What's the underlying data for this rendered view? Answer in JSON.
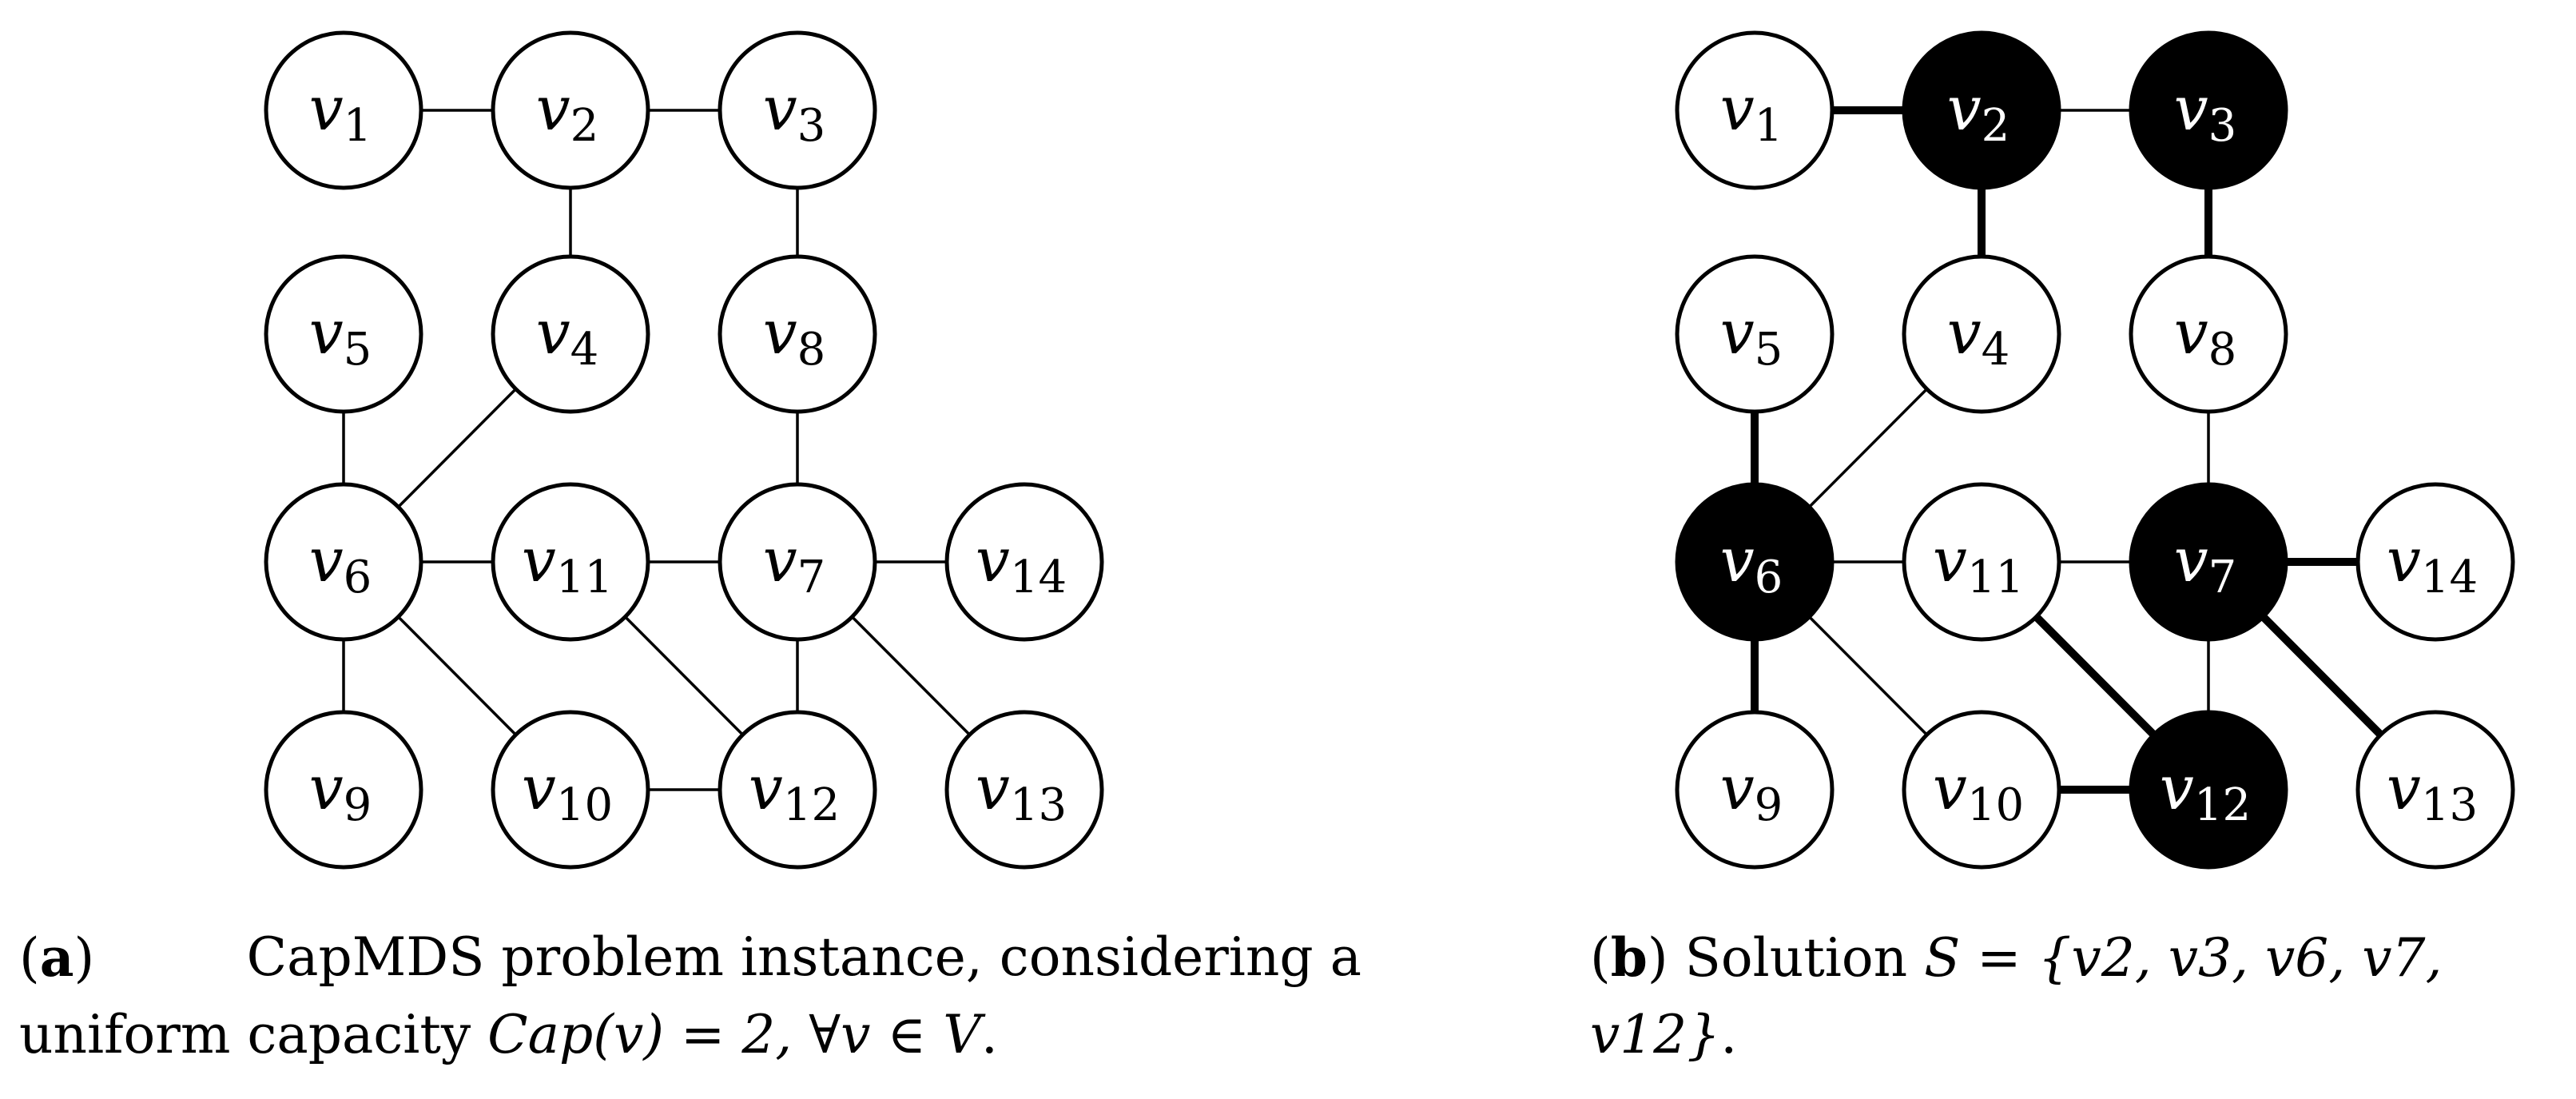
{
  "panels": [
    {
      "id": "a",
      "caption": {
        "label": "a",
        "text_line1": "CapMDS problem instance, considering a",
        "text_line2_prefix": "uniform capacity ",
        "text_line2_math": "Cap(v) = 2, ∀v ∈ V",
        "text_line2_suffix": "."
      },
      "nodes": [
        {
          "id": "v1",
          "base": "v",
          "sub": "1",
          "filled": false
        },
        {
          "id": "v2",
          "base": "v",
          "sub": "2",
          "filled": false
        },
        {
          "id": "v3",
          "base": "v",
          "sub": "3",
          "filled": false
        },
        {
          "id": "v5",
          "base": "v",
          "sub": "5",
          "filled": false
        },
        {
          "id": "v4",
          "base": "v",
          "sub": "4",
          "filled": false
        },
        {
          "id": "v8",
          "base": "v",
          "sub": "8",
          "filled": false
        },
        {
          "id": "v6",
          "base": "v",
          "sub": "6",
          "filled": false
        },
        {
          "id": "v11",
          "base": "v",
          "sub": "11",
          "filled": false
        },
        {
          "id": "v7",
          "base": "v",
          "sub": "7",
          "filled": false
        },
        {
          "id": "v14",
          "base": "v",
          "sub": "14",
          "filled": false
        },
        {
          "id": "v9",
          "base": "v",
          "sub": "9",
          "filled": false
        },
        {
          "id": "v10",
          "base": "v",
          "sub": "10",
          "filled": false
        },
        {
          "id": "v12",
          "base": "v",
          "sub": "12",
          "filled": false
        },
        {
          "id": "v13",
          "base": "v",
          "sub": "13",
          "filled": false
        }
      ],
      "edges": [
        {
          "from": "v1",
          "to": "v2",
          "bold": false
        },
        {
          "from": "v2",
          "to": "v3",
          "bold": false
        },
        {
          "from": "v2",
          "to": "v4",
          "bold": false
        },
        {
          "from": "v3",
          "to": "v8",
          "bold": false
        },
        {
          "from": "v5",
          "to": "v6",
          "bold": false
        },
        {
          "from": "v4",
          "to": "v6",
          "bold": false
        },
        {
          "from": "v8",
          "to": "v7",
          "bold": false
        },
        {
          "from": "v6",
          "to": "v11",
          "bold": false
        },
        {
          "from": "v11",
          "to": "v7",
          "bold": false
        },
        {
          "from": "v7",
          "to": "v14",
          "bold": false
        },
        {
          "from": "v6",
          "to": "v9",
          "bold": false
        },
        {
          "from": "v6",
          "to": "v10",
          "bold": false
        },
        {
          "from": "v11",
          "to": "v12",
          "bold": false
        },
        {
          "from": "v7",
          "to": "v12",
          "bold": false
        },
        {
          "from": "v7",
          "to": "v13",
          "bold": false
        },
        {
          "from": "v10",
          "to": "v12",
          "bold": false
        }
      ]
    },
    {
      "id": "b",
      "caption": {
        "label": "b",
        "text_prefix": " Solution ",
        "text_math": "S = {v2, v3, v6, v7, v12}",
        "text_suffix": "."
      },
      "nodes": [
        {
          "id": "v1",
          "base": "v",
          "sub": "1",
          "filled": false
        },
        {
          "id": "v2",
          "base": "v",
          "sub": "2",
          "filled": true
        },
        {
          "id": "v3",
          "base": "v",
          "sub": "3",
          "filled": true
        },
        {
          "id": "v5",
          "base": "v",
          "sub": "5",
          "filled": false
        },
        {
          "id": "v4",
          "base": "v",
          "sub": "4",
          "filled": false
        },
        {
          "id": "v8",
          "base": "v",
          "sub": "8",
          "filled": false
        },
        {
          "id": "v6",
          "base": "v",
          "sub": "6",
          "filled": true
        },
        {
          "id": "v11",
          "base": "v",
          "sub": "11",
          "filled": false
        },
        {
          "id": "v7",
          "base": "v",
          "sub": "7",
          "filled": true
        },
        {
          "id": "v14",
          "base": "v",
          "sub": "14",
          "filled": false
        },
        {
          "id": "v9",
          "base": "v",
          "sub": "9",
          "filled": false
        },
        {
          "id": "v10",
          "base": "v",
          "sub": "10",
          "filled": false
        },
        {
          "id": "v12",
          "base": "v",
          "sub": "12",
          "filled": true
        },
        {
          "id": "v13",
          "base": "v",
          "sub": "13",
          "filled": false
        }
      ],
      "edges": [
        {
          "from": "v1",
          "to": "v2",
          "bold": true
        },
        {
          "from": "v2",
          "to": "v3",
          "bold": false
        },
        {
          "from": "v2",
          "to": "v4",
          "bold": true
        },
        {
          "from": "v3",
          "to": "v8",
          "bold": true
        },
        {
          "from": "v5",
          "to": "v6",
          "bold": true
        },
        {
          "from": "v4",
          "to": "v6",
          "bold": false
        },
        {
          "from": "v8",
          "to": "v7",
          "bold": false
        },
        {
          "from": "v6",
          "to": "v11",
          "bold": false
        },
        {
          "from": "v11",
          "to": "v7",
          "bold": false
        },
        {
          "from": "v7",
          "to": "v14",
          "bold": true
        },
        {
          "from": "v6",
          "to": "v9",
          "bold": true
        },
        {
          "from": "v6",
          "to": "v10",
          "bold": false
        },
        {
          "from": "v11",
          "to": "v12",
          "bold": true
        },
        {
          "from": "v7",
          "to": "v12",
          "bold": false
        },
        {
          "from": "v7",
          "to": "v13",
          "bold": true
        },
        {
          "from": "v10",
          "to": "v12",
          "bold": true
        }
      ]
    }
  ],
  "colors": {
    "stroke": "#000000",
    "fill_selected": "#000000",
    "fill_default": "#ffffff"
  }
}
